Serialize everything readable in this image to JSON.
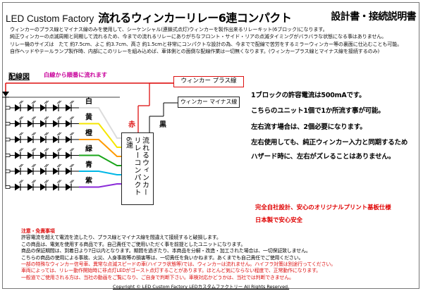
{
  "header": {
    "brand": "LED Custom Factory",
    "title_main": "流れるウィンカーリレー6連コンパクト",
    "title_sub": "設計書・接続説明書"
  },
  "intro": [
    "ウィンカーのプラス線とマイナス線のみを使用して、シーケンシャル(連鎖式点灯)ウィンカーを製作出来るリレーキット(6ブロック)になります。",
    "純正ウィンカーの点滅周期と同期して流れるため、今までの流れるリレーにありがちなフロント・サイド・リアの点滅タイミングがバラバラな状態になる事はありません。",
    "リレー機のサイズは　たて 約7.5cm、よこ 約3.7cm、高さ 約1.5cmと非常にコンパクトな設計の為、今までで配線で苦労をするミラーウィンカー等の裏面に仕込むことも可能。",
    "自作ヘッドやテールランプ製作時、内部にこのリレーを組み込めば、車体側との面倒な配線作業は一切無くなります。(ウィンカープラス線とマイナス線を接続するのみ)"
  ],
  "wiring": {
    "title": "配線図",
    "note": "白線から順番に流れます",
    "plus_box": "ウィンカー プラス線",
    "minus_box": "ウィンカー マイナス線",
    "unit_label": "流れるウィンカーリレーコンパクト　6連",
    "red_label": "赤",
    "black_label": "黒",
    "wires": [
      {
        "label": "白",
        "color": "#dcdcdc"
      },
      {
        "label": "黄",
        "color": "#f5e600"
      },
      {
        "label": "橙",
        "color": "#ff9a00"
      },
      {
        "label": "緑",
        "color": "#1aa51a"
      },
      {
        "label": "青",
        "color": "#00b7e6"
      },
      {
        "label": "紫",
        "color": "#8a2bd8"
      }
    ]
  },
  "spec": [
    "1ブロックの許容電流は500mAです。",
    "こちらのユニット1個で1か所流す事が可能。",
    "左右流す場合は、2個必要になります。",
    "左右使用しても、純正ウィンカー入力と同期するため",
    "ハザード時に、左右がズレることはありません。"
  ],
  "red_notes": [
    "完全自社設計、安心のオリジナルプリント基板仕様",
    "日本製で安心安全"
  ],
  "caution": {
    "heading": "注意・免責事項",
    "lines": [
      "許容電流を超えて電流を流したり、プラス線とマイナス線を間違えて接続すると破損します。",
      "この商品は、電気を使用する商品です。自己責任でご使用いただく事を前提としたユニットになります。",
      "商品の保証期間は、到着日より7日以内となります。期間を過ぎたり、本商品を分解・改造・加工された場合は、一切保証致しません。",
      "こちらの商品の使用による事故、火災、人身事故等の損害等は、一切責任を負いかねます。あくまでも自己責任でご使用ください。"
    ],
    "red_lines": [
      "一部の特殊なウィンカー信号車、異常な点滅スピードの車(ハイフラ状態等)では、ウィンカーは流れません。ハイフラ対策は別途行ってください。",
      "車両によっては、リレー動作開始時に非点灯LEDがゴースト点灯することがあります。ほとんど気にならない程度で、正常動作になります。",
      "一般道でご使用される方は、当社の動画をご覧になり、ご自身で判断下さい。車検対応かどうかは、当社では判断できません。"
    ]
  },
  "copyright": "Copyright © LED Custom Factory  LEDカスタムファクトリー All Rights Reserved.",
  "colors": {
    "red": "#dd1111",
    "magenta": "#c8009a",
    "led": "#000000"
  },
  "icons": [
    "led-diode-icon"
  ]
}
